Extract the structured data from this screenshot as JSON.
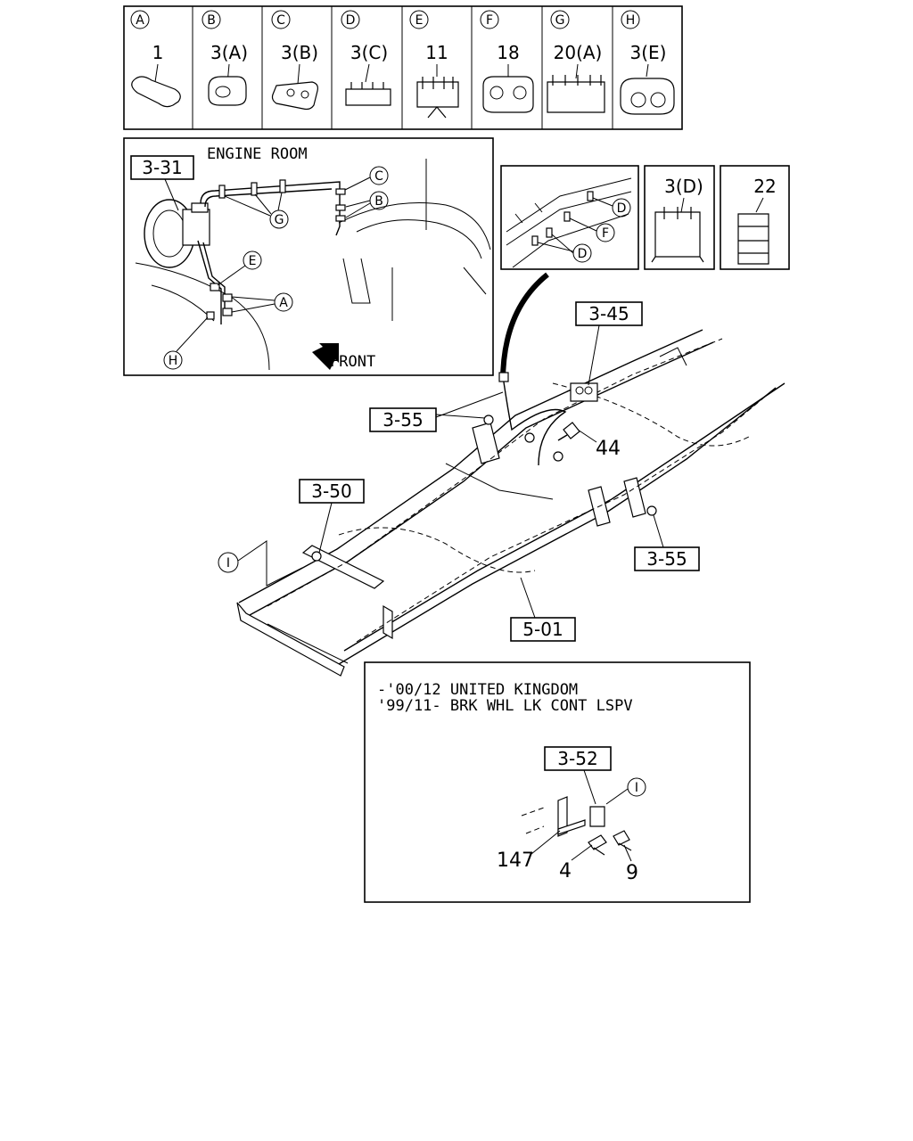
{
  "clip_table": [
    {
      "letter": "A",
      "part": "1"
    },
    {
      "letter": "B",
      "part": "3(A)"
    },
    {
      "letter": "C",
      "part": "3(B)"
    },
    {
      "letter": "D",
      "part": "3(C)"
    },
    {
      "letter": "E",
      "part": "11"
    },
    {
      "letter": "F",
      "part": "18"
    },
    {
      "letter": "G",
      "part": "20(A)"
    },
    {
      "letter": "H",
      "part": "3(E)"
    }
  ],
  "engine_room": {
    "title": "ENGINE ROOM",
    "ref": "3-31",
    "front_label": "FRONT",
    "callouts": {
      "c": "C",
      "b": "B",
      "g": "G",
      "e": "E",
      "a": "A",
      "h": "H"
    }
  },
  "detail_views": {
    "callouts": {
      "d1": "D",
      "f": "F",
      "d2": "D"
    },
    "part_3d": "3(D)",
    "part_22": "22"
  },
  "frame": {
    "refs": {
      "r345": "3-45",
      "r355a": "3-55",
      "r350": "3-50",
      "r355b": "3-55",
      "r501": "5-01"
    },
    "part_44": "44",
    "callout_i": "I"
  },
  "inset": {
    "line1": "-'00/12 UNITED KINGDOM",
    "line2": "'99/11- BRK WHL LK CONT LSPV",
    "ref": "3-52",
    "callout_i": "I",
    "parts": {
      "p147": "147",
      "p4": "4",
      "p9": "9"
    }
  }
}
